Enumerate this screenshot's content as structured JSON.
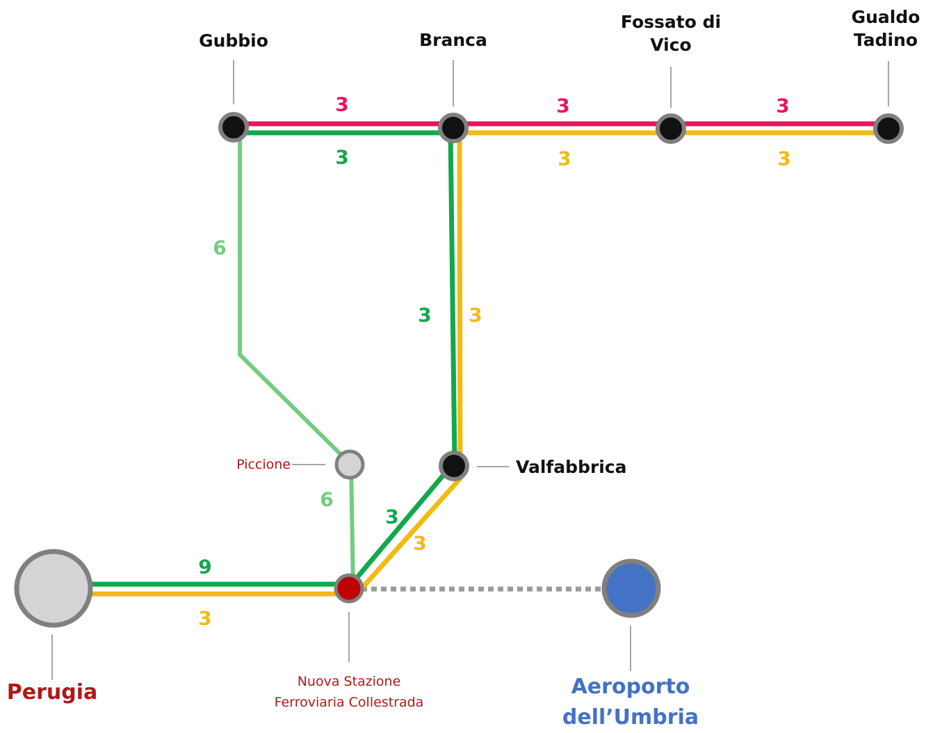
{
  "colors": {
    "magenta_line": "#e8155b",
    "dark_green_line": "#12a84c",
    "light_green_line": "#72cd7e",
    "yellow_line": "#f2ba12",
    "station_black": "#111111",
    "station_ring": "#808080",
    "station_grey_fill": "#d4d4d4",
    "station_red_fill": "#c00000",
    "airport_blue": "#4472c4",
    "airport_link": "#9a9a9a",
    "label_red": "#b01818",
    "label_black": "#111111"
  },
  "stations": {
    "gubbio": {
      "name": "Gubbio"
    },
    "branca": {
      "name": "Branca"
    },
    "fossato": {
      "name_line1": "Fossato di",
      "name_line2": "Vico"
    },
    "gualdo": {
      "name_line1": "Gualdo",
      "name_line2": "Tadino"
    },
    "valfabbrica": {
      "name": "Valfabbrica"
    },
    "piccione": {
      "name": "Piccione"
    },
    "collestrada": {
      "name_line1": "Nuova Stazione",
      "name_line2": "Ferroviaria Collestrada"
    },
    "perugia": {
      "name": "Perugia"
    },
    "airport": {
      "name_line1": "Aeroporto",
      "name_line2": "dell’Umbria"
    }
  },
  "frequencies": {
    "gubbio_branca_magenta": "3",
    "gubbio_branca_green": "3",
    "branca_fossato_magenta": "3",
    "branca_fossato_yellow": "3",
    "fossato_gualdo_magenta": "3",
    "fossato_gualdo_yellow": "3",
    "gubbio_piccione_upper": "6",
    "piccione_collestrada": "6",
    "branca_valfabbrica_green": "3",
    "branca_valfabbrica_yellow": "3",
    "valfabbrica_collestrada_green": "3",
    "valfabbrica_collestrada_yellow": "3",
    "perugia_collestrada_green": "9",
    "perugia_collestrada_yellow": "3"
  }
}
